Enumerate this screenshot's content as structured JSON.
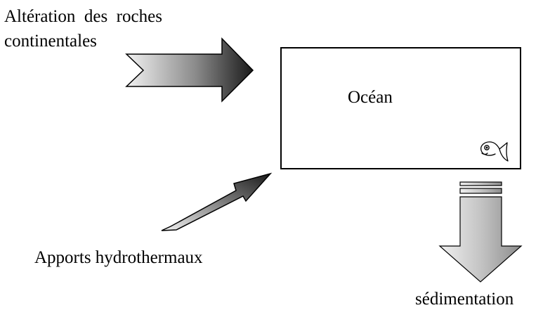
{
  "labels": {
    "weathering_line1": "Altération  des  roches",
    "weathering_line2": "continentales",
    "ocean": "Océan",
    "hydrothermal": "Apports hydrothermaux",
    "sedimentation": "sédimentation"
  },
  "colors": {
    "outline": "#000000",
    "background": "#ffffff",
    "arrow_gradient_light": "#f2f2f2",
    "arrow_gradient_dark": "#1a1a1a",
    "sediment_arrow_light": "#f0f0f0",
    "sediment_arrow_dark": "#8c8c8c"
  },
  "icons": {
    "ocean_inhabitant": "fish-icon"
  }
}
